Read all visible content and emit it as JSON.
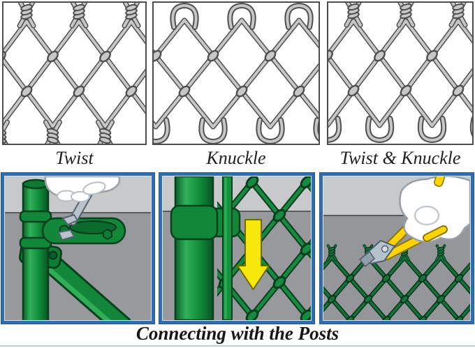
{
  "mesh_types": {
    "panels": [
      {
        "id": "twist",
        "label": "Twist"
      },
      {
        "id": "knuckle",
        "label": "Knuckle"
      },
      {
        "id": "twist-knuckle",
        "label": "Twist & Knuckle"
      }
    ]
  },
  "installation": {
    "caption": "Connecting with the Posts"
  },
  "icons": {
    "wrench": "wrench-icon",
    "down_arrow": "down-arrow-icon",
    "pliers": "pliers-icon",
    "glove": "glove-hand-icon",
    "fence_post": "fence-post-icon",
    "chain_link_mesh": "chain-link-mesh-icon"
  },
  "colors": {
    "panel_border_blue": "#2d6db0",
    "frame_border_gray": "#4e4e4e",
    "wire_gray_light": "#c7c7c7",
    "wire_gray_dark": "#4f4f4f",
    "post_green": "#12873a",
    "mesh_green_light": "#178a41",
    "mesh_green_dark": "#07401d",
    "arrow_yellow": "#f8e70a",
    "pliers_handle_yellow": "#ffd400",
    "ground_gray_light": "#c8c9cb",
    "ground_gray_dark": "#97989b",
    "caption_text": "#161616"
  }
}
